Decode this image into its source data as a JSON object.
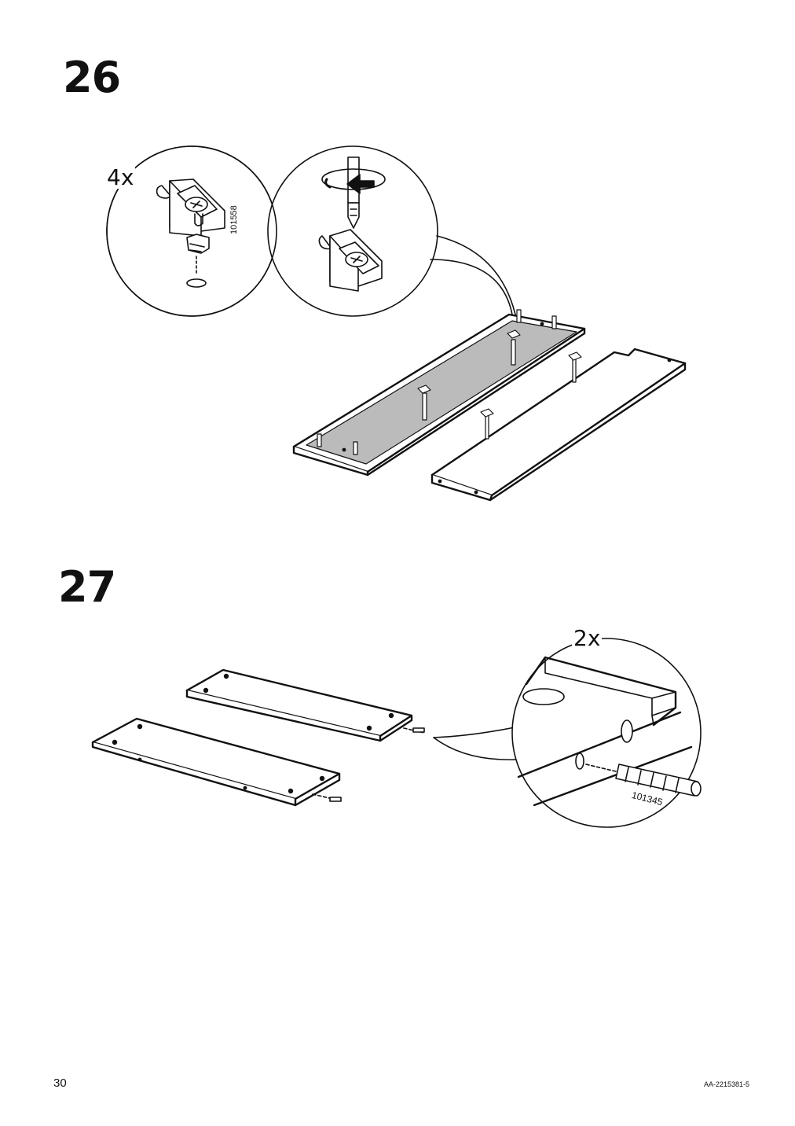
{
  "steps": [
    {
      "number": "26",
      "quantity": "4x",
      "part_number": "101558"
    },
    {
      "number": "27",
      "quantity": "2x",
      "part_number": "101345"
    }
  ],
  "footer": {
    "page_number": "30",
    "document_code": "AA-2215381-5"
  },
  "icons": [
    "cam-lock-fitting-icon",
    "screwdriver-rotate-icon",
    "wooden-dowel-icon"
  ]
}
